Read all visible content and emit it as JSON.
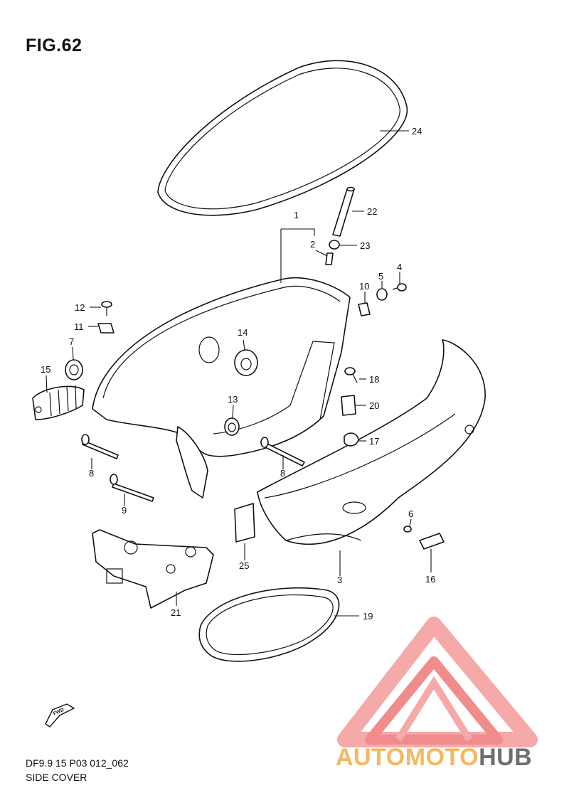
{
  "figure": {
    "title": "FIG.62",
    "code": "DF9.9 15 P03 012_062",
    "name": "SIDE COVER"
  },
  "fwd_arrow": {
    "label": "FWD",
    "icon": "fwd-arrow-icon"
  },
  "callouts": [
    {
      "id": "c1",
      "label": "1"
    },
    {
      "id": "c2",
      "label": "2"
    },
    {
      "id": "c3",
      "label": "3"
    },
    {
      "id": "c4",
      "label": "4"
    },
    {
      "id": "c5",
      "label": "5"
    },
    {
      "id": "c6",
      "label": "6"
    },
    {
      "id": "c7",
      "label": "7"
    },
    {
      "id": "c8a",
      "label": "8"
    },
    {
      "id": "c8b",
      "label": "8"
    },
    {
      "id": "c9",
      "label": "9"
    },
    {
      "id": "c10",
      "label": "10"
    },
    {
      "id": "c11",
      "label": "11"
    },
    {
      "id": "c12",
      "label": "12"
    },
    {
      "id": "c13",
      "label": "13"
    },
    {
      "id": "c14",
      "label": "14"
    },
    {
      "id": "c15",
      "label": "15"
    },
    {
      "id": "c16",
      "label": "16"
    },
    {
      "id": "c17",
      "label": "17"
    },
    {
      "id": "c18",
      "label": "18"
    },
    {
      "id": "c19",
      "label": "19"
    },
    {
      "id": "c20",
      "label": "20"
    },
    {
      "id": "c21",
      "label": "21"
    },
    {
      "id": "c22",
      "label": "22"
    },
    {
      "id": "c23",
      "label": "23"
    },
    {
      "id": "c24",
      "label": "24"
    },
    {
      "id": "c25",
      "label": "25"
    }
  ],
  "watermark": {
    "text_part1": "AUTOMOTO",
    "text_part2": "HUB",
    "colors": {
      "triangle": "#f08080",
      "text_orange": "#f4b860",
      "text_red": "#ef7878",
      "text_grey": "#6e6e6e"
    }
  }
}
